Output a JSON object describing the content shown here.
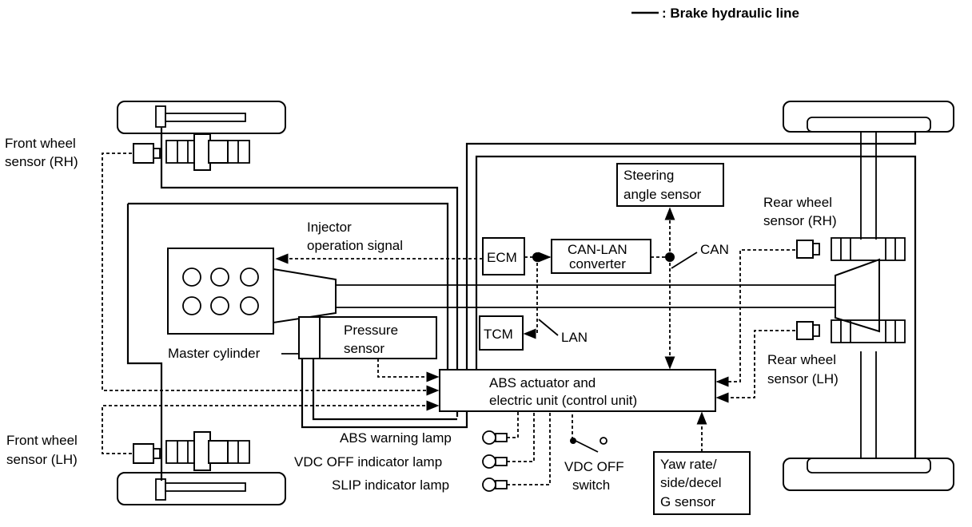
{
  "legend": {
    "label": ": Brake hydraulic line"
  },
  "labels": {
    "front_rh_1": "Front wheel",
    "front_rh_2": "sensor (RH)",
    "front_lh_1": "Front wheel",
    "front_lh_2": "sensor (LH)",
    "rear_rh_1": "Rear wheel",
    "rear_rh_2": "sensor (RH)",
    "rear_lh_1": "Rear wheel",
    "rear_lh_2": "sensor (LH)",
    "injector_1": "Injector",
    "injector_2": "operation signal",
    "steering_1": "Steering",
    "steering_2": "angle sensor",
    "ecm": "ECM",
    "can_lan_1": "CAN-LAN",
    "can_lan_2": "converter",
    "can": "CAN",
    "tcm": "TCM",
    "lan": "LAN",
    "pressure_1": "Pressure",
    "pressure_2": "sensor",
    "master_cylinder": "Master cylinder",
    "abs_1": "ABS actuator and",
    "abs_2": "electric unit (control unit)",
    "abs_warning": "ABS warning lamp",
    "vdc_off_indicator": "VDC OFF indicator lamp",
    "slip_indicator": "SLIP indicator lamp",
    "vdc_off_switch_1": "VDC OFF",
    "vdc_off_switch_2": "switch",
    "yaw_1": "Yaw rate/",
    "yaw_2": "side/decel",
    "yaw_3": "G sensor"
  }
}
